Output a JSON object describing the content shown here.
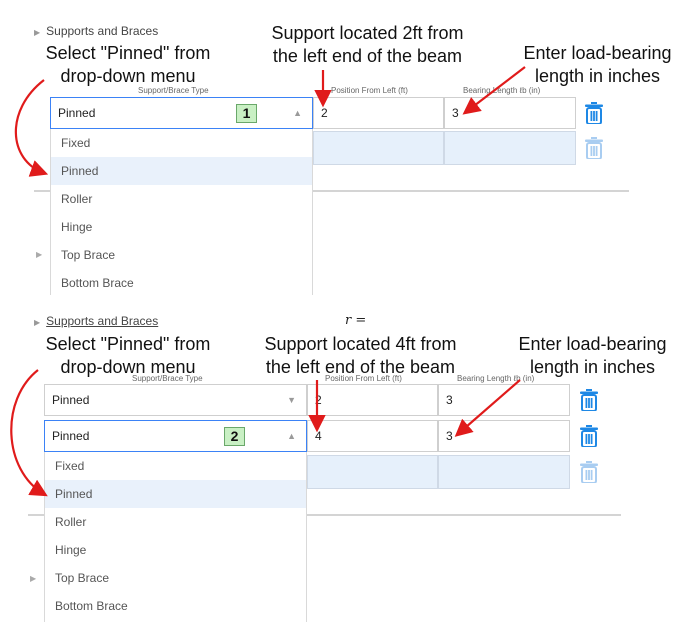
{
  "top": {
    "section_title": "Supports and Braces",
    "annotations": {
      "select": [
        "Select \"Pinned\" from",
        "drop-down menu"
      ],
      "support": [
        "Support located 2ft from",
        "the left end of the beam"
      ],
      "enter": [
        "Enter load-bearing",
        "length in inches"
      ]
    },
    "headers": {
      "type": "Support/Brace Type",
      "position": "Position From Left (ft)",
      "bearing": "Bearing Length ℓb (in)"
    },
    "row1": {
      "type": "Pinned",
      "position": "2",
      "bearing": "3"
    },
    "badge": "1",
    "options": [
      "Fixed",
      "Pinned",
      "Roller",
      "Hinge",
      "Top Brace",
      "Bottom Brace"
    ],
    "selected_option": "Pinned"
  },
  "bottom": {
    "section_title": "Supports and Braces",
    "math_label": "r =",
    "annotations": {
      "select": [
        "Select \"Pinned\" from",
        "drop-down menu"
      ],
      "support": [
        "Support located 4ft from",
        "the left end of the beam"
      ],
      "enter": [
        "Enter load-bearing",
        "length in inches"
      ]
    },
    "headers": {
      "type": "Support/Brace Type",
      "position": "Position From Left (ft)",
      "bearing": "Bearing Length ℓb (in)"
    },
    "row1": {
      "type": "Pinned",
      "position": "2",
      "bearing": "3"
    },
    "row2": {
      "type": "Pinned",
      "position": "4",
      "bearing": "3"
    },
    "badge": "2",
    "options": [
      "Fixed",
      "Pinned",
      "Roller",
      "Hinge",
      "Top Brace",
      "Bottom Brace"
    ],
    "selected_option": "Pinned"
  },
  "colors": {
    "accent_red": "#e01b1b",
    "trash_blue": "#1e88e5",
    "trash_disabled": "#a9cdf1",
    "badge_green": "#c9f0c4"
  },
  "icons": {
    "trash": "trash-icon",
    "caret": "caret-up-icon",
    "expand": "triangle-right-icon"
  }
}
